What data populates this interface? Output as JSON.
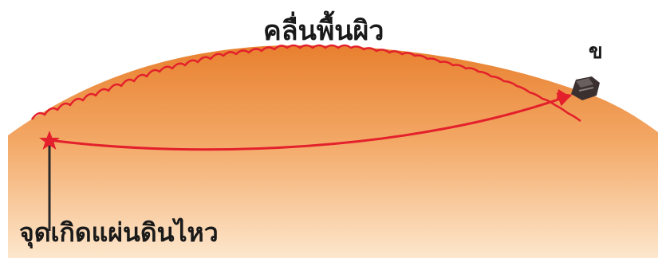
{
  "labels": {
    "surface_wave": "คลื่นพื้นผิว",
    "epicenter": "จุดเกิดแผ่นดินไหว",
    "station_marker": "ข"
  },
  "colors": {
    "earth_top": "#ee8a3c",
    "earth_bottom": "#fbe3c6",
    "wave_line": "#e3202b",
    "path_arrow": "#e3202b",
    "star": "#e3202b",
    "text": "#1a1a1a"
  },
  "icons": {
    "origin": "star-icon",
    "station": "seismograph-station-icon"
  }
}
